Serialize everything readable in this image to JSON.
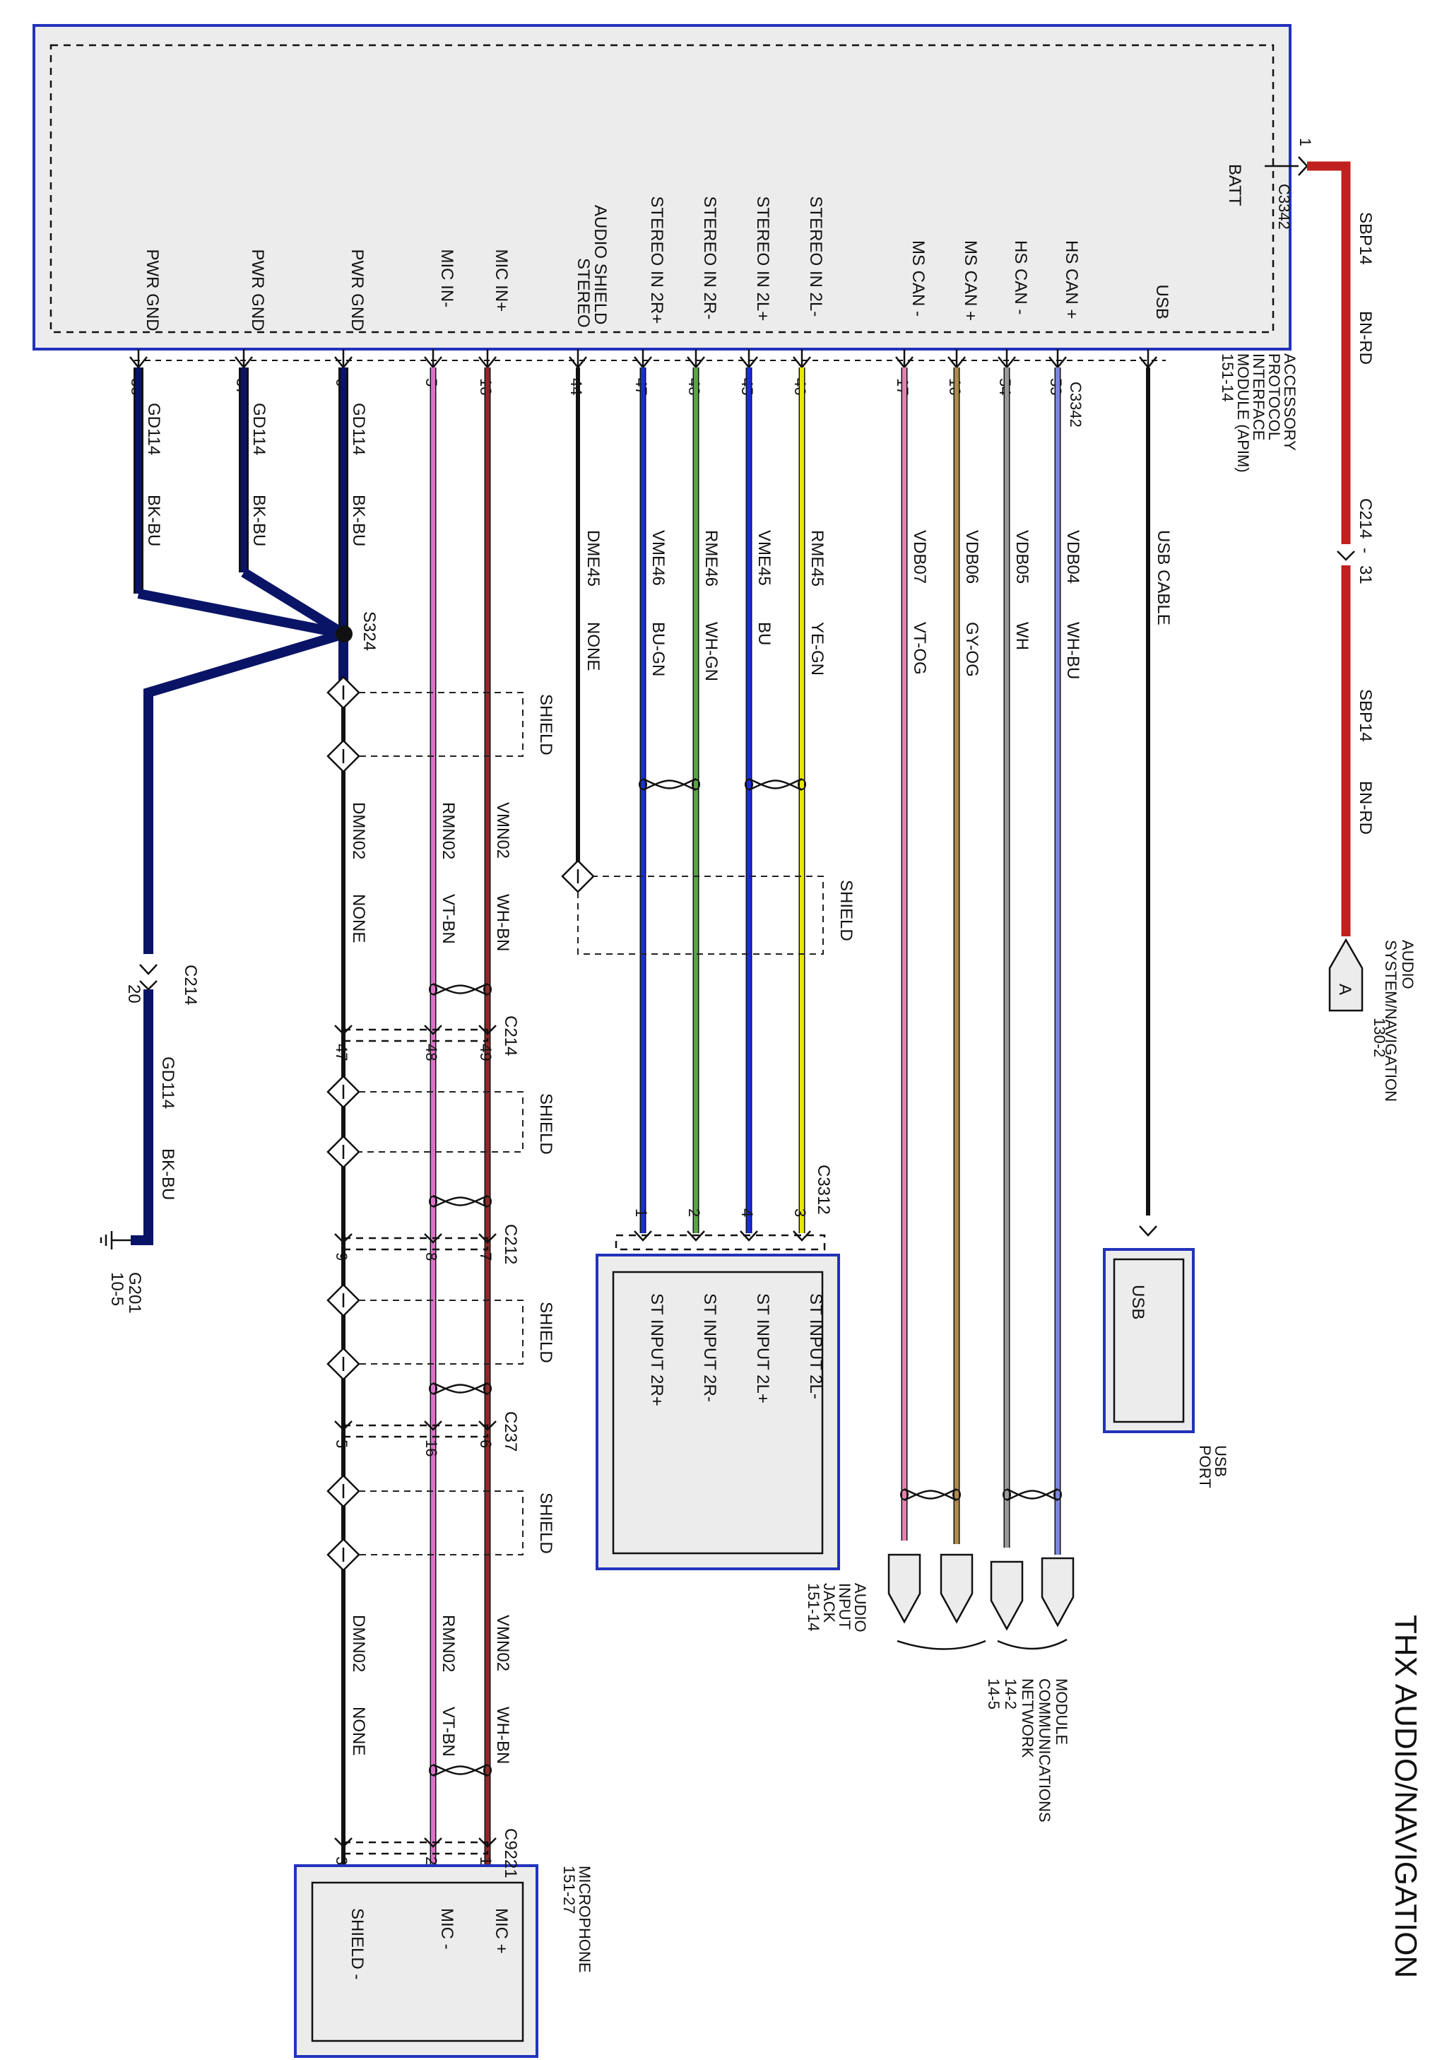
{
  "title": "THX AUDIO/NAVIGATION",
  "apim": {
    "label_lines": [
      "ACCESSORY",
      "PROTOCOL",
      "INTERFACE",
      "MODULE (APIM)",
      "151-14"
    ],
    "connector": "C3342",
    "batt": {
      "pin": "1",
      "connector": "C3342",
      "name": "BATT"
    },
    "pins": [
      {
        "name": "USB",
        "pin": ""
      },
      {
        "name": "HS CAN +",
        "pin": "53"
      },
      {
        "name": "HS CAN -",
        "pin": "54"
      },
      {
        "name": "MS CAN +",
        "pin": "16"
      },
      {
        "name": "MS CAN -",
        "pin": "17"
      },
      {
        "name": "STEREO IN 2L-",
        "pin": "46"
      },
      {
        "name": "STEREO IN 2L+",
        "pin": "45"
      },
      {
        "name": "STEREO IN 2R-",
        "pin": "48"
      },
      {
        "name": "STEREO IN 2R+",
        "pin": "47"
      },
      {
        "name": "STEREO AUDIO SHIELD",
        "name_lines": [
          "STEREO",
          "AUDIO SHIELD"
        ],
        "pin": "44"
      },
      {
        "name": "MIC IN+",
        "pin": "18"
      },
      {
        "name": "MIC IN-",
        "pin": "5"
      },
      {
        "name": "PWR GND",
        "pin": "6"
      },
      {
        "name": "PWR GND",
        "pin": "37"
      },
      {
        "name": "PWR GND",
        "pin": "38"
      }
    ]
  },
  "wires": [
    {
      "circuit": "USB CABLE",
      "color_code": "",
      "stroke": "#111111"
    },
    {
      "circuit": "VDB04",
      "color_code": "WH-BU",
      "stroke": "#7b86d9"
    },
    {
      "circuit": "VDB05",
      "color_code": "WH",
      "stroke": "#9a9a9a"
    },
    {
      "circuit": "VDB06",
      "color_code": "GY-OG",
      "stroke": "#b08a4a"
    },
    {
      "circuit": "VDB07",
      "color_code": "VT-OG",
      "stroke": "#e77fb0"
    },
    {
      "circuit": "RME45",
      "color_code": "YE-GN",
      "stroke": "#e8e800"
    },
    {
      "circuit": "VME45",
      "color_code": "BU",
      "stroke": "#1a2ed6"
    },
    {
      "circuit": "RME46",
      "color_code": "WH-GN",
      "stroke": "#58a548"
    },
    {
      "circuit": "VME46",
      "color_code": "BU-GN",
      "stroke": "#1a2ed6"
    },
    {
      "circuit": "DME45",
      "color_code": "NONE",
      "stroke": "#111111"
    },
    {
      "circuit": "VMN02",
      "color_code": "WH-BN",
      "stroke": "#8b2a2a"
    },
    {
      "circuit": "RMN02",
      "color_code": "VT-BN",
      "stroke": "#e070c8"
    },
    {
      "circuit": "DMN02",
      "color_code": "NONE",
      "stroke": "#111111"
    },
    {
      "circuit": "GD114",
      "color_code": "BK-BU",
      "stroke": "#0a1466"
    }
  ],
  "batt_feed": {
    "circuit1": "SBP14",
    "color1": "BN-RD",
    "inline_connector": "C214",
    "inline_dash": "-",
    "inline_pin": "31",
    "circuit2": "SBP14",
    "color2": "BN-RD",
    "stroke": "#c0201e",
    "dest_letter": "A",
    "dest_lines": [
      "AUDIO",
      "SYSTEM/NAVIGATION",
      "130-2"
    ]
  },
  "usb_port": {
    "inner": "USB",
    "label_lines": [
      "USB",
      "PORT"
    ]
  },
  "network": {
    "label_lines": [
      "MODULE",
      "COMMUNICATIONS",
      "NETWORK",
      "14-2",
      "14-5"
    ]
  },
  "audio_jack": {
    "connector": "C3312",
    "pins": [
      "3",
      "4",
      "2",
      "1"
    ],
    "inputs": [
      "ST INPUT 2L-",
      "ST INPUT 2L+",
      "ST INPUT 2R-",
      "ST INPUT 2R+"
    ],
    "label_lines": [
      "AUDIO",
      "INPUT",
      "JACK",
      "151-14"
    ]
  },
  "splice": "S324",
  "shield_label": "SHIELD",
  "ground": {
    "circuit": "GD114",
    "color": "BK-BU",
    "connector": "C214",
    "pin": "20",
    "ground_id": "G201",
    "page": "10-5"
  },
  "mic_connectors": [
    {
      "name": "C214",
      "pins": [
        "49",
        "48",
        "47"
      ]
    },
    {
      "name": "C212",
      "pins": [
        "7",
        "8",
        "9"
      ]
    },
    {
      "name": "C237",
      "pins": [
        "6",
        "16",
        "5"
      ]
    },
    {
      "name": "C9221",
      "pins": [
        "1",
        "2",
        "3"
      ]
    }
  ],
  "microphone": {
    "label_lines": [
      "MICROPHONE",
      "151-27"
    ],
    "pins": [
      "MIC +",
      "MIC -",
      "SHIELD -"
    ]
  }
}
